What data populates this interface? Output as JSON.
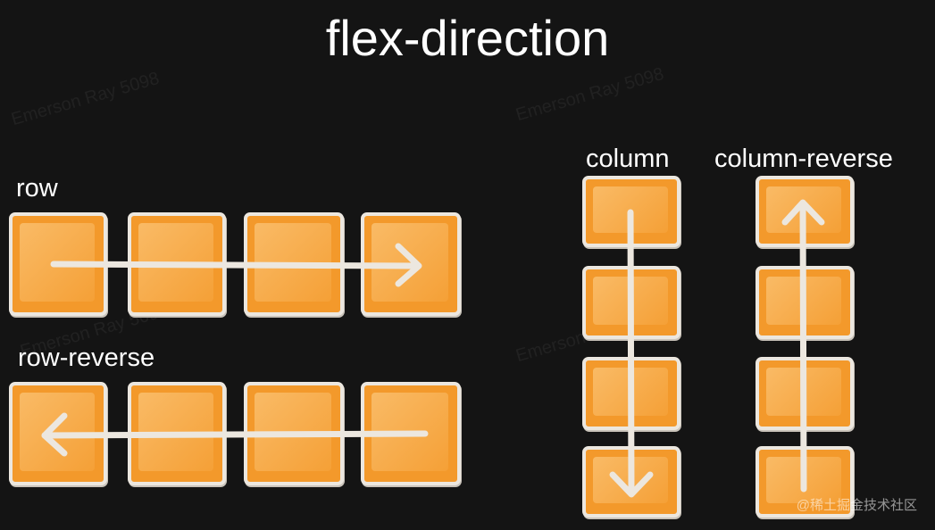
{
  "title": "flex-direction",
  "labels": {
    "row": "row",
    "row_reverse": "row-reverse",
    "column": "column",
    "column_reverse": "column-reverse"
  },
  "colors": {
    "box_fill": "#f3992b",
    "box_border": "#ece7df",
    "arrow": "#ece7df",
    "background": "#141414"
  },
  "watermark": "Emerson Ray 5098",
  "footer": "@稀土掘金技术社区"
}
